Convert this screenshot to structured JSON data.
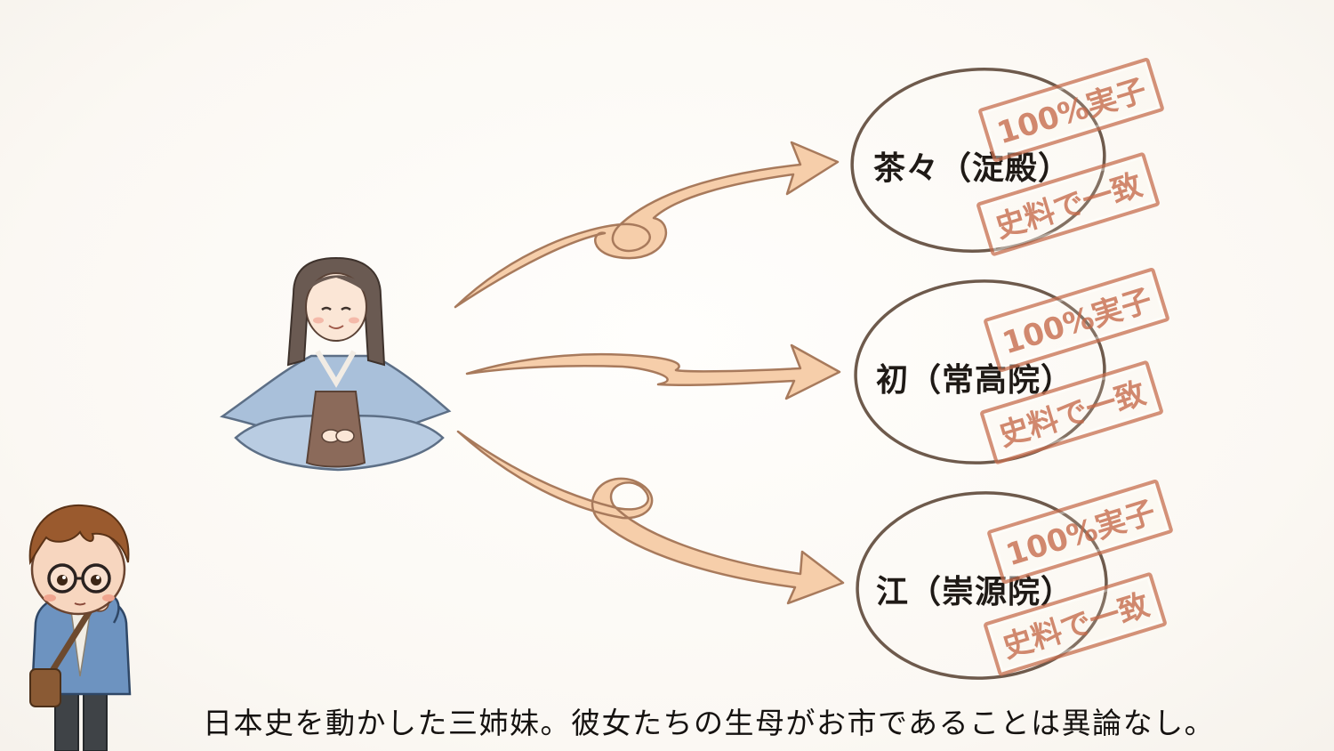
{
  "mother": {
    "name": "",
    "figure": "seated-noblewoman-kimono"
  },
  "daughters": [
    {
      "label": "茶々（淀殿）",
      "stamps": [
        "100%実子",
        "史料で一致"
      ]
    },
    {
      "label": "初（常高院）",
      "stamps": [
        "100%実子",
        "史料で一致"
      ]
    },
    {
      "label": "江（崇源院）",
      "stamps": [
        "100%実子",
        "史料で一致"
      ]
    }
  ],
  "narrator": {
    "figure": "boy-with-glasses-thinking"
  },
  "caption": "日本史を動かした三姉妹。彼女たちの生母がお市であることは異論なし。",
  "colors": {
    "arrow_fill": "#f6ceaa",
    "arrow_stroke": "#a87a5c",
    "ellipse_stroke": "#6e5a4c",
    "stamp": "#c46848",
    "kimono_blue": "#a9c0da",
    "kimono_brown": "#8b6a5a"
  }
}
